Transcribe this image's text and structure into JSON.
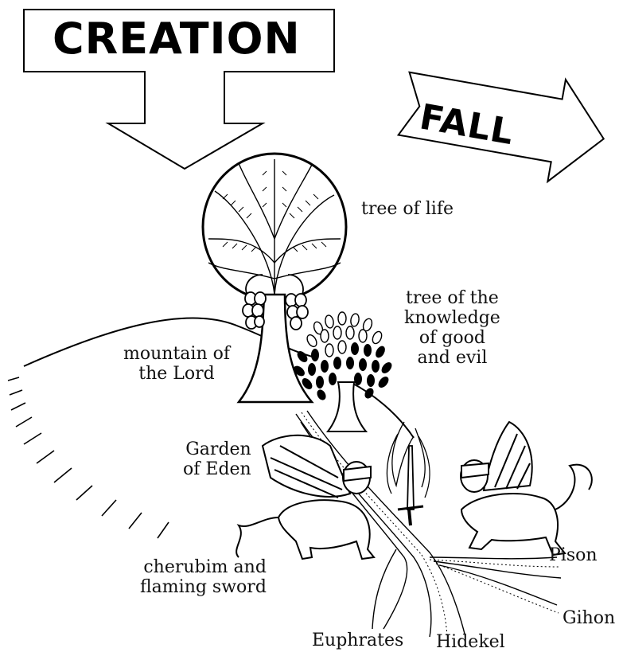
{
  "banners": {
    "creation": "CREATION",
    "fall": "FALL"
  },
  "labels": {
    "tree_of_life": "tree of life",
    "tree_of_knowledge": "tree of the\nknowledge\nof good\nand evil",
    "mountain": "mountain of\nthe Lord",
    "garden": "Garden\nof Eden",
    "cherubim": "cherubim and\nflaming sword",
    "pison": "Pison",
    "gihon": "Gihon",
    "euphrates": "Euphrates",
    "hidekel": "Hidekel"
  }
}
